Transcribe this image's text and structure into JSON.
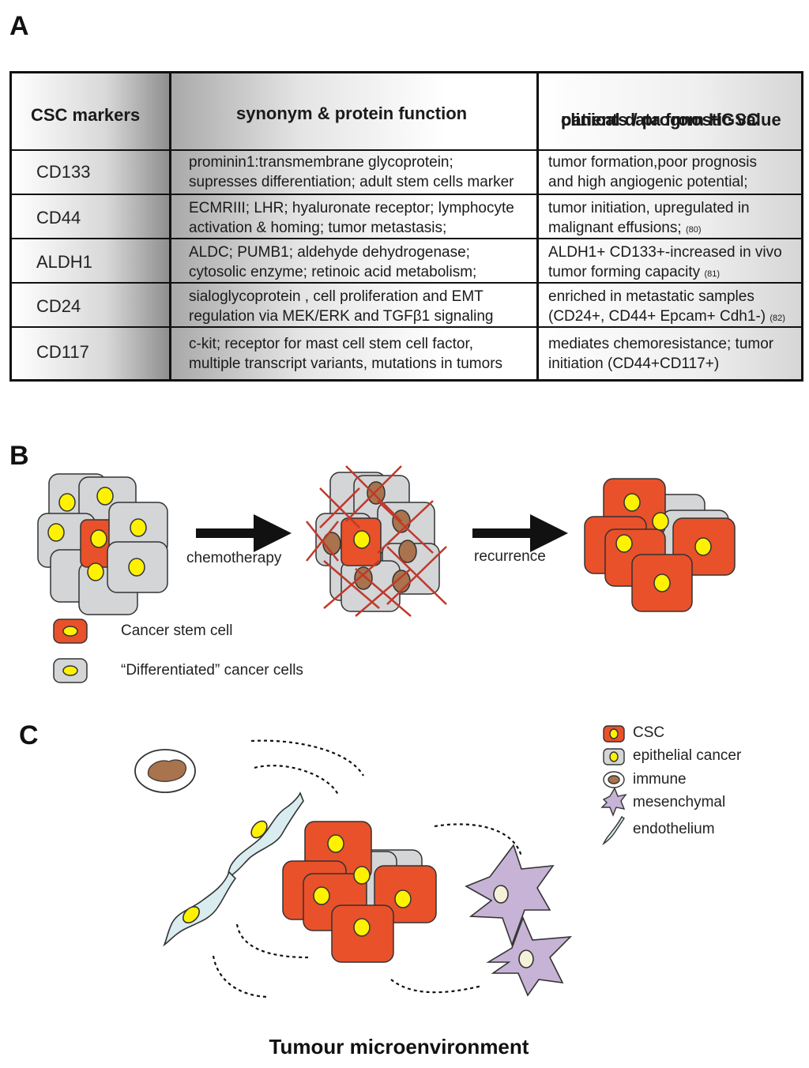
{
  "panels": {
    "a": "A",
    "b": "B",
    "c": "C"
  },
  "table": {
    "headers": {
      "markers": "CSC markers",
      "function": "synonym  & protein function",
      "clinical_line1": "clinical data from HGSC",
      "clinical_line2": "patients  / prognostic value"
    },
    "rows": [
      {
        "marker": "CD133",
        "function": [
          "prominin1:transmembrane glycoprotein;",
          "supresses differentiation;  adult stem cells marker"
        ],
        "clinical": [
          "tumor formation,poor prognosis",
          "and high angiogenic potential;"
        ],
        "ref": ""
      },
      {
        "marker": "CD44",
        "function": [
          "ECMRIII; LHR; hyaluronate receptor; lymphocyte",
          "activation & homing; tumor metastasis;"
        ],
        "clinical": [
          "tumor initiation, upregulated in",
          "malignant effusions;"
        ],
        "ref": "(80)"
      },
      {
        "marker": "ALDH1",
        "function": [
          "ALDC; PUMB1; aldehyde dehydrogenase;",
          "cytosolic enzyme; retinoic acid metabolism;"
        ],
        "clinical": [
          "ALDH1+ CD133+-increased in vivo",
          "tumor forming capacity"
        ],
        "ref": "(81)"
      },
      {
        "marker": "CD24",
        "function": [
          "sialoglycoprotein , cell proliferation and EMT",
          "regulation via MEK/ERK and TGFβ1 signaling"
        ],
        "clinical": [
          "enriched in metastatic samples",
          "(CD24+, CD44+ Epcam+ Cdh1-)"
        ],
        "ref": "(82)"
      },
      {
        "marker": "CD117",
        "function": [
          "c-kit; receptor for mast cell stem cell factor,",
          "multiple transcript variants, mutations in tumors"
        ],
        "clinical": [
          "mediates chemoresistance; tumor",
          "initiation (CD44+CD117+)"
        ],
        "ref": ""
      }
    ]
  },
  "panel_b": {
    "arrow1_label": "chemotherapy",
    "arrow2_label": "recurrence",
    "legend": {
      "csc": "Cancer stem cell",
      "differentiated": "“Differentiated” cancer cells"
    }
  },
  "panel_c": {
    "legend": [
      "CSC",
      "epithelial cancer",
      "immune",
      "mesenchymal",
      "endothelium"
    ],
    "title": "Tumour microenvironment"
  },
  "colors": {
    "csc": "#e8512a",
    "cell_gray": "#d3d5d7",
    "nucleus": "#fff200",
    "immune_nucleus": "#a8734d",
    "mesenchymal": "#c7b3d6",
    "endothelium": "#d9ecef",
    "cross": "#c0392b"
  }
}
